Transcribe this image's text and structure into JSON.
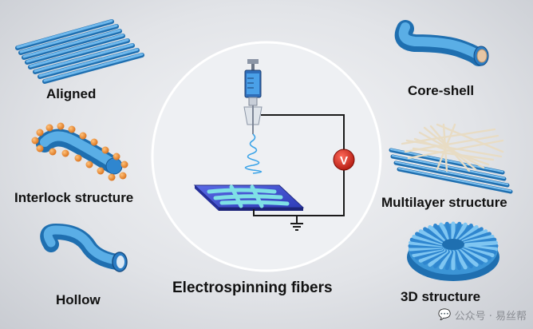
{
  "center": {
    "title": "Electrospinning fibers",
    "voltage_symbol": "V"
  },
  "structures": {
    "aligned": "Aligned",
    "interlock": "Interlock structure",
    "hollow": "Hollow",
    "core_shell": "Core-shell",
    "multilayer": "Multilayer structure",
    "three_d": "3D structure"
  },
  "watermark": "公众号 · 易丝帮",
  "colors": {
    "fiber_blue": "#3c95d6",
    "fiber_dark": "#1f6fb0",
    "particle_orange": "#ee8a2a",
    "voltage_red": "#d42a1e",
    "collector_blue": "#3d4fd6",
    "core_tan": "#e7c6a4"
  }
}
